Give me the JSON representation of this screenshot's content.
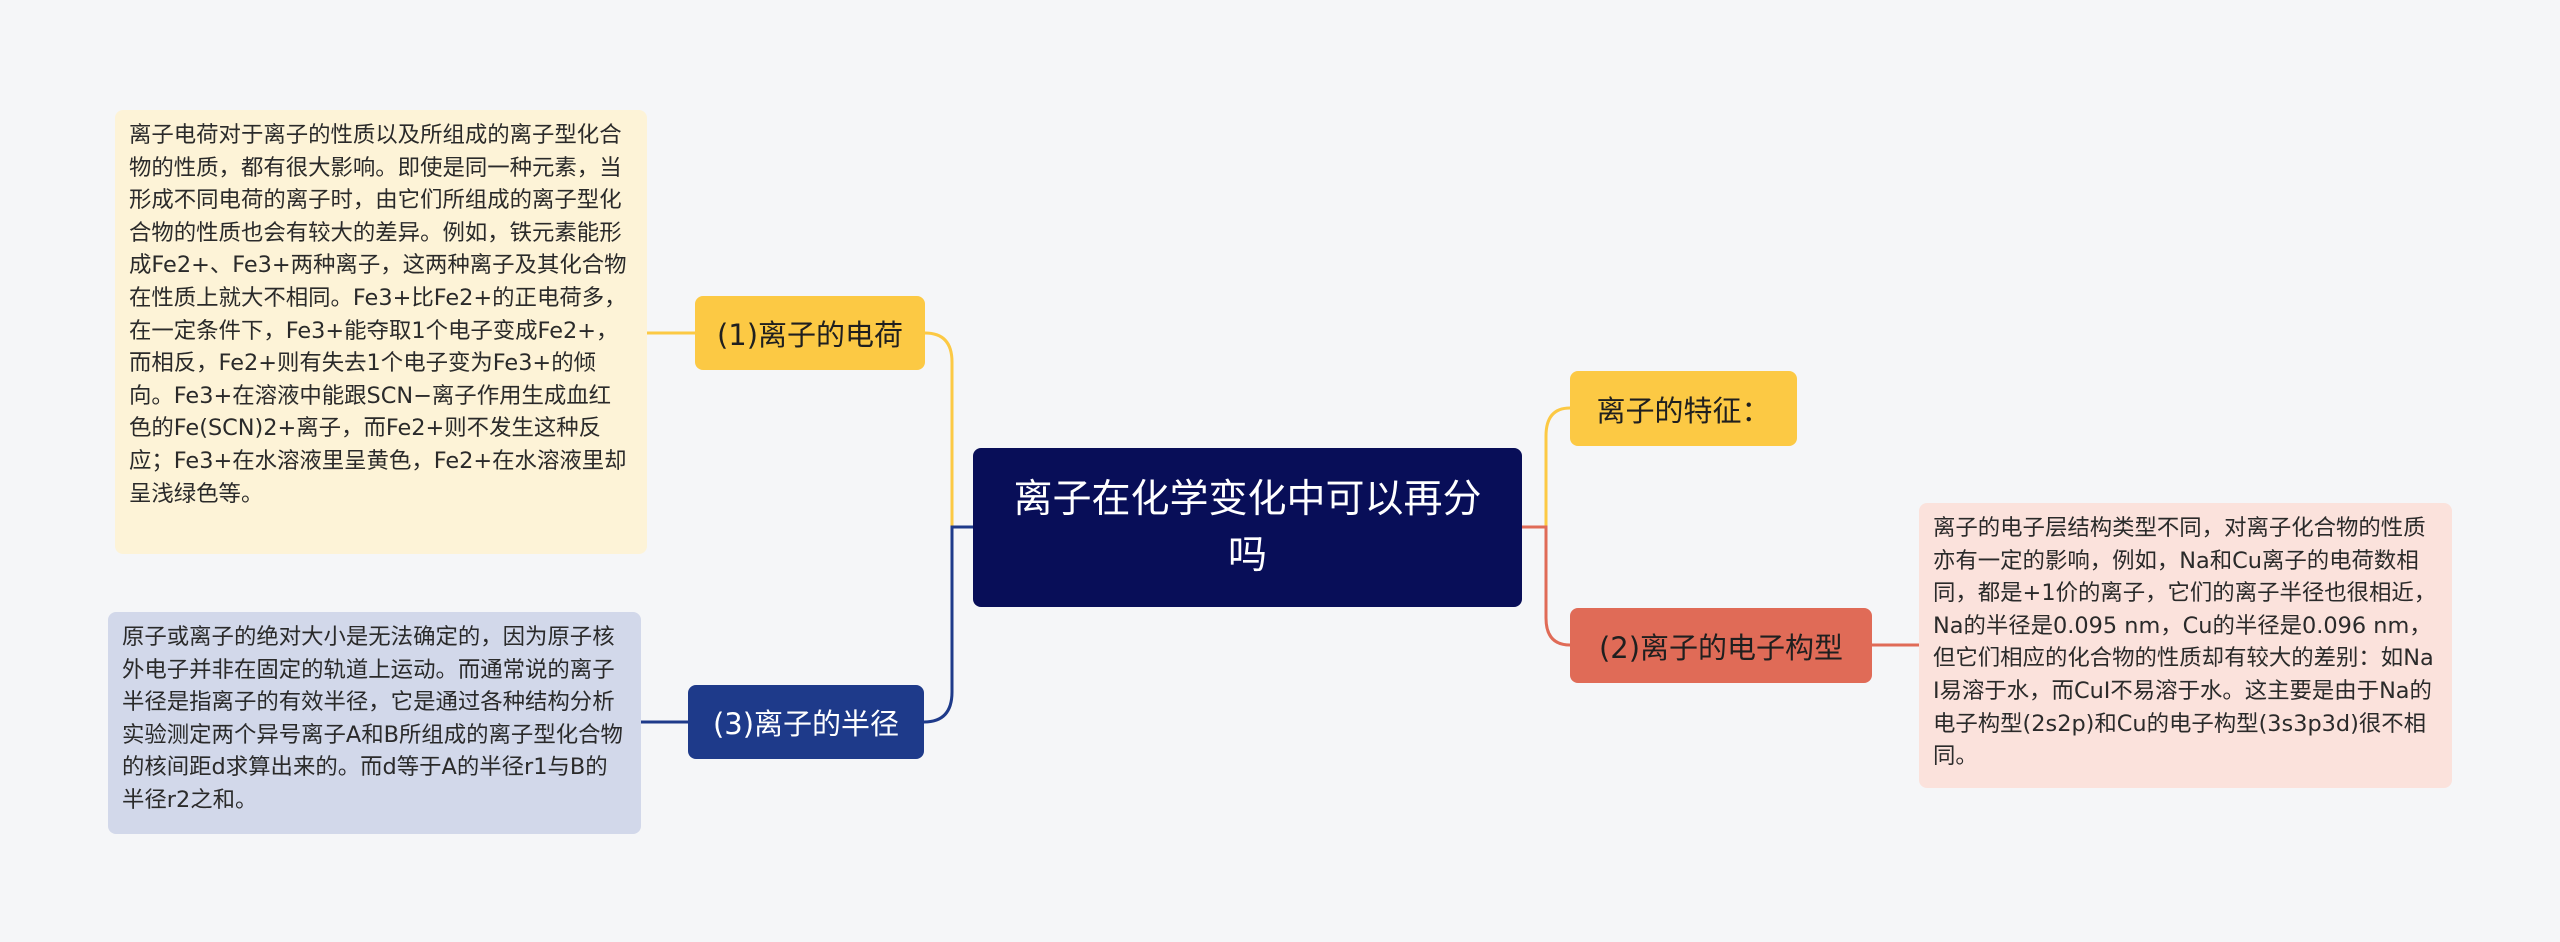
{
  "root": {
    "title": "离子在化学变化中可以再分吗"
  },
  "branches": {
    "charge": {
      "label": "(1)离子的电荷"
    },
    "radius": {
      "label": "(3)离子的半径"
    },
    "feature": {
      "label": "离子的特征："
    },
    "config": {
      "label": "(2)离子的电子构型"
    }
  },
  "leaves": {
    "charge": "离子电荷对于离子的性质以及所组成的离子型化合物的性质，都有很大影响。即使是同一种元素，当形成不同电荷的离子时，由它们所组成的离子型化合物的性质也会有较大的差异。例如，铁元素能形成Fe2+、Fe3+两种离子，这两种离子及其化合物在性质上就大不相同。Fe3+比Fe2+的正电荷多，在一定条件下，Fe3+能夺取1个电子变成Fe2+，而相反，Fe2+则有失去1个电子变为Fe3+的倾向。Fe3+在溶液中能跟SCN−离子作用生成血红色的Fe(SCN)2+离子，而Fe2+则不发生这种反应；Fe3+在水溶液里呈黄色，Fe2+在水溶液里却呈浅绿色等。",
    "radius": "原子或离子的绝对大小是无法确定的，因为原子核外电子并非在固定的轨道上运动。而通常说的离子半径是指离子的有效半径，它是通过各种结构分析实验测定两个异号离子A和B所组成的离子型化合物的核间距d求算出来的。而d等于A的半径r1与B的半径r2之和。",
    "config": "离子的电子层结构类型不同，对离子化合物的性质亦有一定的影响，例如，Na和Cu离子的电荷数相同，都是+1价的离子，它们的离子半径也很相近，Na的半径是0.095 nm，Cu的半径是0.096 nm，但它们相应的化合物的性质却有较大的差别：如NaI易溶于水，而CuI不易溶于水。这主要是由于Na的电子构型(2s2p)和Cu的电子构型(3s3p3d)很不相同。"
  },
  "colors": {
    "background": "#f5f6f8",
    "root": "#080e58",
    "yellow": "#fcc944",
    "navy": "#1e3a8a",
    "coral": "#e06b57",
    "leaf_yellow": "#fdf3d7",
    "leaf_blue": "#d2d8ea",
    "leaf_pink": "#fbe2dc"
  }
}
